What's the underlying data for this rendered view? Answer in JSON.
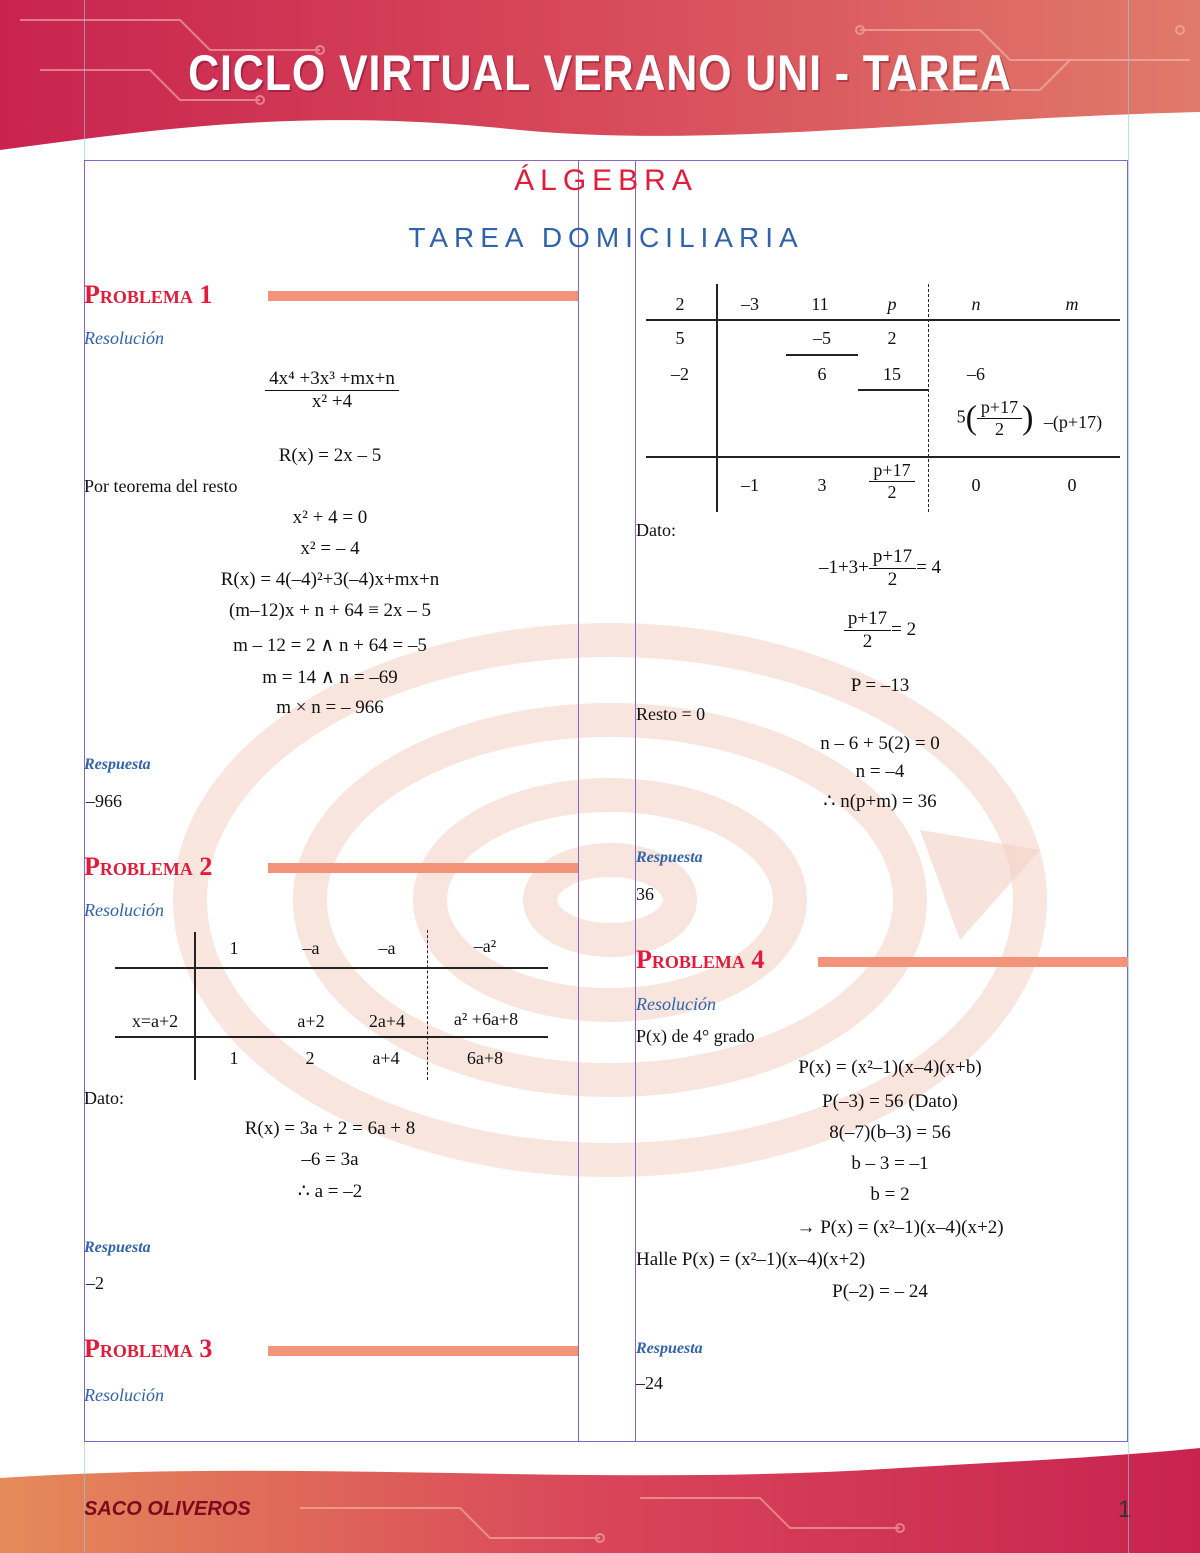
{
  "header": {
    "title": "CICLO VIRTUAL VERANO UNI - TAREA"
  },
  "footer": {
    "brand": "SACO OLIVEROS",
    "page": "1"
  },
  "section": {
    "subject": "ÁLGEBRA",
    "subtitle": "TAREA DOMICILIARIA"
  },
  "labels": {
    "resolucion": "Resolución",
    "respuesta": "Respuesta",
    "dato": "Dato:"
  },
  "colors": {
    "accent_red": "#e31b3a",
    "accent_blue": "#2f63ad",
    "bar_salmon": "#f2937a",
    "frame_purple": "#8a63c7"
  },
  "p1": {
    "title": "Problema 1",
    "frac_num": "4x⁴ +3x³ +mx+n",
    "frac_den": "x² +4",
    "l1": "R(x) = 2x – 5",
    "l2": "Por teorema del resto",
    "l3": "x² + 4 = 0",
    "l4": "x² = – 4",
    "l5": "R(x) = 4(–4)²+3(–4)x+mx+n",
    "l6": "(m–12)x + n + 64 ≡ 2x – 5",
    "l7": "m – 12 = 2  ∧  n + 64 = –5",
    "l8": "m = 14   ∧   n = –69",
    "l9": "m × n = – 966",
    "answer": "–966"
  },
  "p2": {
    "title": "Problema 2",
    "row1": [
      "1",
      "–a",
      "–a",
      "–a²"
    ],
    "row2_label": "x=a+2",
    "row2": [
      "a+2",
      "2a+4",
      "a² +6a+8"
    ],
    "row3": [
      "1",
      "2",
      "a+4",
      "6a+8"
    ],
    "l1": "R(x) = 3a + 2 = 6a + 8",
    "l2": "–6 = 3a",
    "l3": "∴ a = –2",
    "answer": "–2"
  },
  "p3": {
    "title": "Problema 3",
    "row1": [
      "2",
      "–3",
      "11",
      "p",
      "n",
      "m"
    ],
    "r2a": "5",
    "r2b": "–5",
    "r2c": "2",
    "r3a": "–2",
    "r3b": "6",
    "r3c": "15",
    "r3d": "–6",
    "r4a": "5",
    "r4_num": "p+17",
    "r4_den": "2",
    "r4b": "–(p+17)",
    "row5": [
      "–1",
      "3"
    ],
    "r5_num": "p+17",
    "r5_den": "2",
    "r5d": "0",
    "r5e": "0",
    "l1_pre": "–1+3+",
    "l1_num": "p+17",
    "l1_den": "2",
    "l1_post": "= 4",
    "l2_num": "p+17",
    "l2_den": "2",
    "l2_post": "= 2",
    "l3": "P = –13",
    "l4": "Resto = 0",
    "l5": "n – 6 + 5(2) = 0",
    "l6": "n = –4",
    "l7": "∴ n(p+m) = 36",
    "answer": "36"
  },
  "p4": {
    "title": "Problema 4",
    "l1": "P(x) de 4° grado",
    "l2": "P(x) = (x²–1)(x–4)(x+b)",
    "l3": "P(–3) = 56    (Dato)",
    "l4": "8(–7)(b–3) = 56",
    "l5": "b – 3 = –1",
    "l6": "b = 2",
    "l7": "→ P(x) = (x²–1)(x–4)(x+2)",
    "l8": "Halle P(x) = (x²–1)(x–4)(x+2)",
    "l9": "P(–2) = – 24",
    "answer": "–24"
  }
}
